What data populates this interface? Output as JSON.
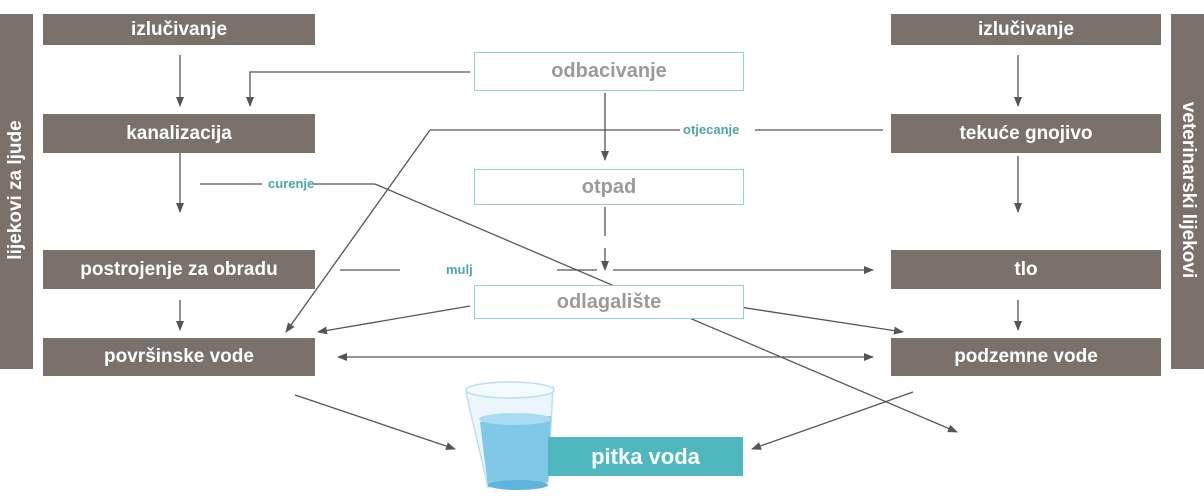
{
  "side_labels": {
    "left": "lijekovi za ljude",
    "right": "veterinarski lijekovi"
  },
  "left_column": {
    "excretion": "izlučivanje",
    "sewage": "kanalizacija",
    "treatment_plant": "postrojenje za obradu",
    "surface_water": "površinske vode"
  },
  "right_column": {
    "excretion": "izlučivanje",
    "liquid_manure": "tekuće gnojivo",
    "soil": "tlo",
    "groundwater": "podzemne vode"
  },
  "center_column": {
    "disposal": "odbacivanje",
    "waste": "otpad",
    "landfill": "odlagalište"
  },
  "flow_labels": {
    "leakage": "curenje",
    "runoff": "otjecanje",
    "sludge": "mulj"
  },
  "drinking_water": "pitka voda",
  "colors": {
    "box": "#7a716a",
    "outline": "#8fd3d2",
    "accent": "#4fb8bf",
    "arrow": "#555555"
  }
}
